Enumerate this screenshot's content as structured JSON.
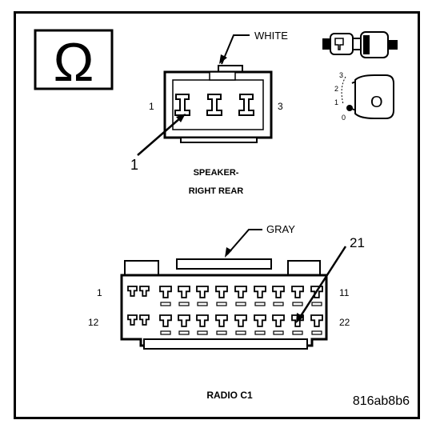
{
  "symbol": {
    "icon": "ohm-icon",
    "glyph": "Ω"
  },
  "speaker": {
    "color_label": "WHITE",
    "pin_left": "1",
    "pin_right": "3",
    "callout": "1",
    "title_line1": "SPEAKER-",
    "title_line2": "RIGHT REAR"
  },
  "tool": {
    "icon": "multimeter-probe-icon",
    "scale": [
      "3",
      "2",
      "1",
      "0"
    ],
    "dial_glyph": "O"
  },
  "radio": {
    "color_label": "GRAY",
    "callout": "21",
    "pin_top_left": "1",
    "pin_top_right": "11",
    "pin_bottom_left": "12",
    "pin_bottom_right": "22",
    "title": "RADIO C1"
  },
  "figure_id": "816ab8b6"
}
